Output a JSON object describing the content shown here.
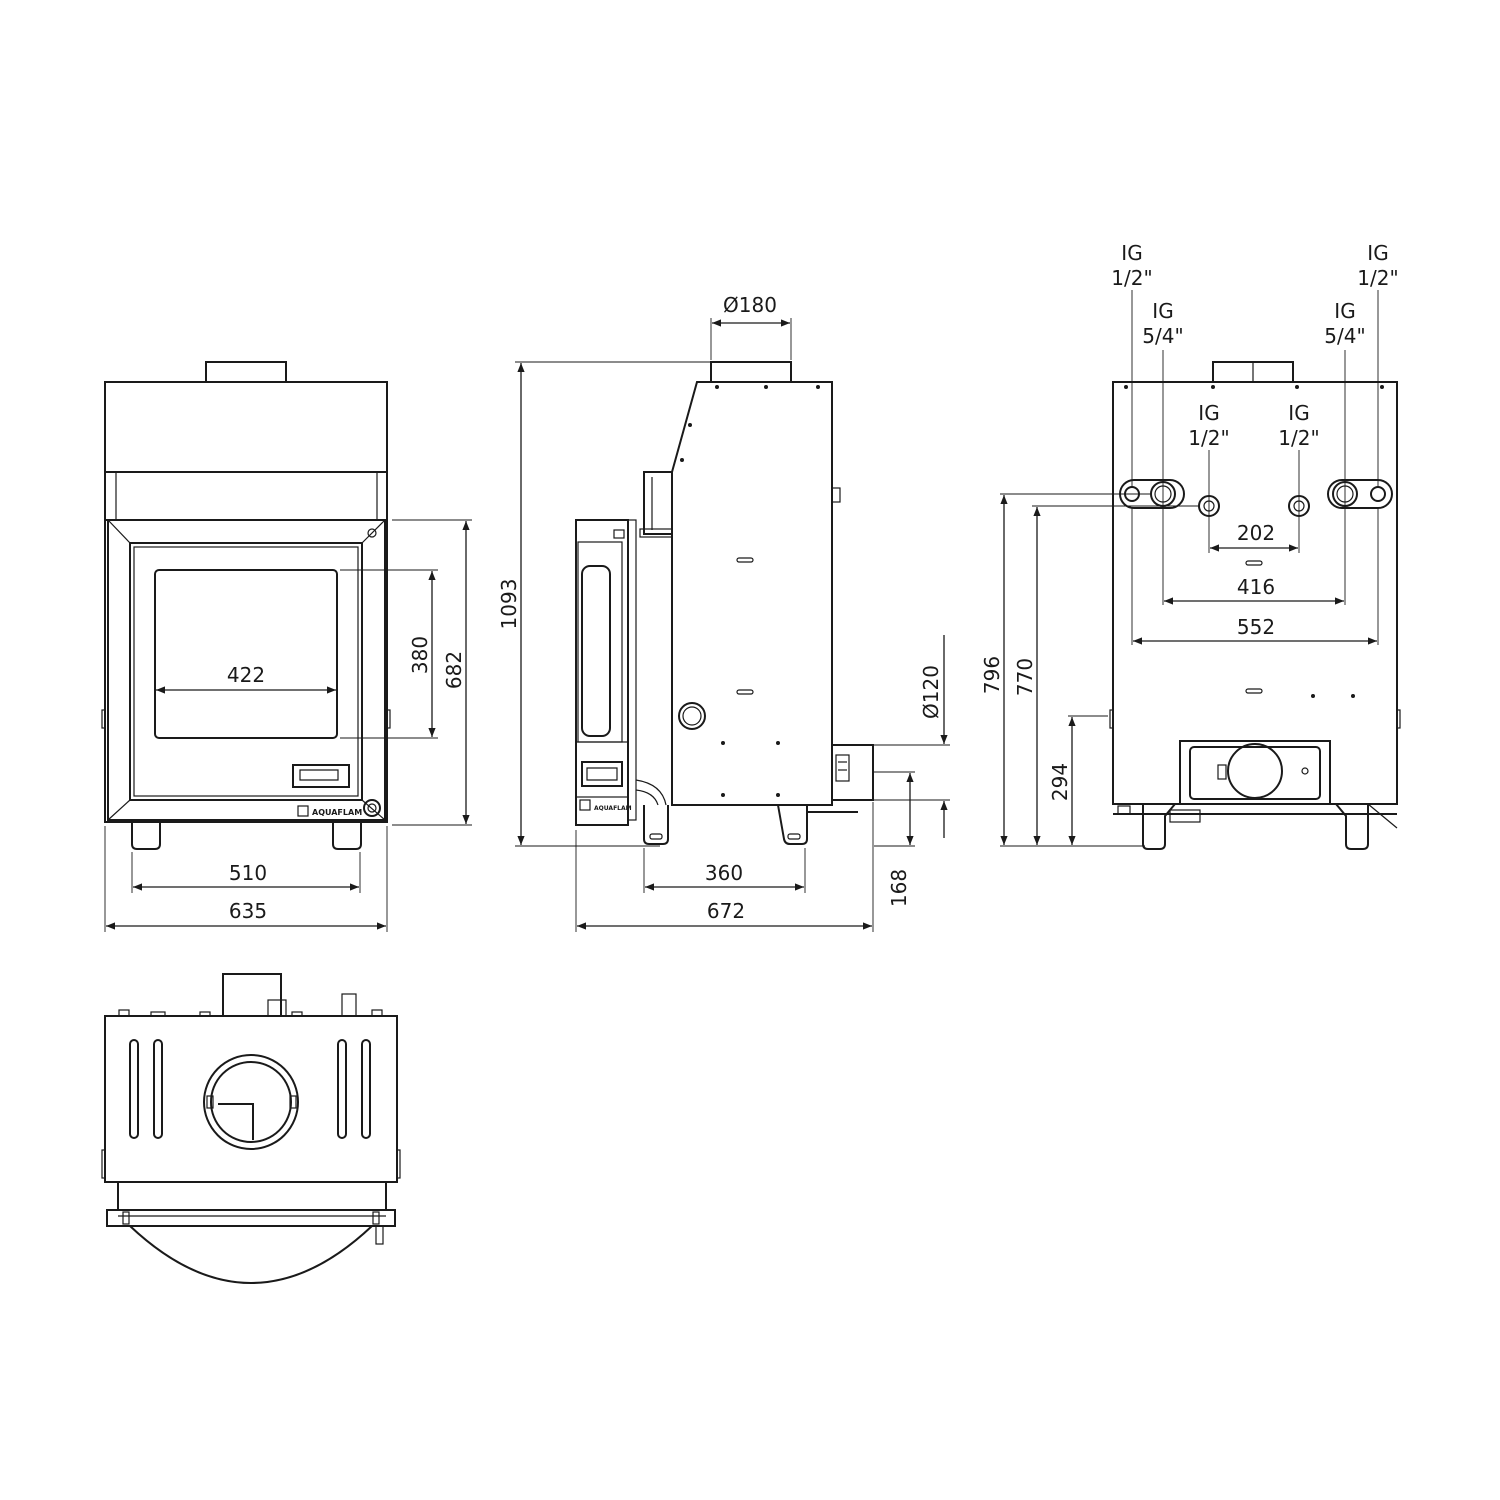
{
  "brand": "AQUAFLAM",
  "colors": {
    "line": "#1a1a1a",
    "background": "#ffffff"
  },
  "front_view": {
    "dims": {
      "width_total": "635",
      "leg_spacing": "510",
      "glass_width": "422",
      "glass_height": "380",
      "door_height": "682"
    }
  },
  "side_view": {
    "dims": {
      "flue_diameter": "Ø180",
      "total_height": "1093",
      "depth_total": "672",
      "leg_depth": "360",
      "air_inlet_diameter": "Ø120",
      "air_inlet_height": "168"
    }
  },
  "back_view": {
    "connections": [
      {
        "type": "IG",
        "size": "1/2\""
      },
      {
        "type": "IG",
        "size": "5/4\""
      },
      {
        "type": "IG",
        "size": "1/2\""
      },
      {
        "type": "IG",
        "size": "1/2\""
      },
      {
        "type": "IG",
        "size": "5/4\""
      },
      {
        "type": "IG",
        "size": "1/2\""
      }
    ],
    "dims": {
      "inner_spacing": "202",
      "mid_spacing": "416",
      "outer_spacing": "552",
      "height_upper": "796",
      "height_lower": "770",
      "height_inlet": "294"
    }
  },
  "top_view": {}
}
